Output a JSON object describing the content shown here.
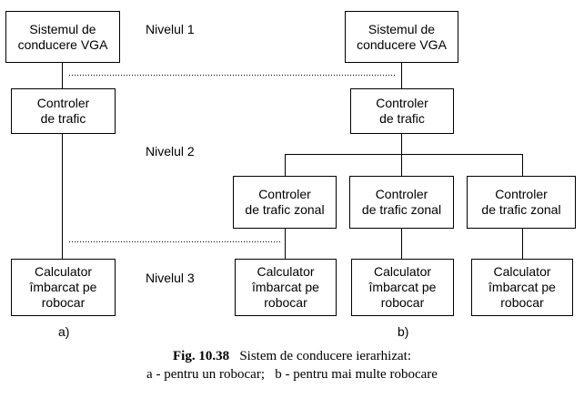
{
  "diagram": {
    "nodes": {
      "a_vga": "Sistemul de\nconducere VGA",
      "a_ctrl": "Controler\nde trafic",
      "a_calc": "Calculator\nîmbarcat pe\nrobocar",
      "b_vga": "Sistemul de\nconducere VGA",
      "b_ctrl": "Controler\nde trafic",
      "b_zone1": "Controler\nde trafic zonal",
      "b_zone2": "Controler\nde trafic zonal",
      "b_zone3": "Controler\nde trafic zonal",
      "b_calc1": "Calculator\nîmbarcat pe\nrobocar",
      "b_calc2": "Calculator\nîmbarcat pe\nrobocar",
      "b_calc3": "Calculator\nîmbarcat pe\nrobocar"
    },
    "levels": {
      "level1": "Nivelul 1",
      "level2": "Nivelul 2",
      "level3": "Nivelul 3"
    },
    "sublabels": {
      "a": "a)",
      "b": "b)"
    },
    "caption": {
      "fig": "Fig. 10.38",
      "title": "Sistem de conducere ierarhizat:",
      "line2": "a - pentru un robocar;   b - pentru mai multe robocare"
    }
  }
}
